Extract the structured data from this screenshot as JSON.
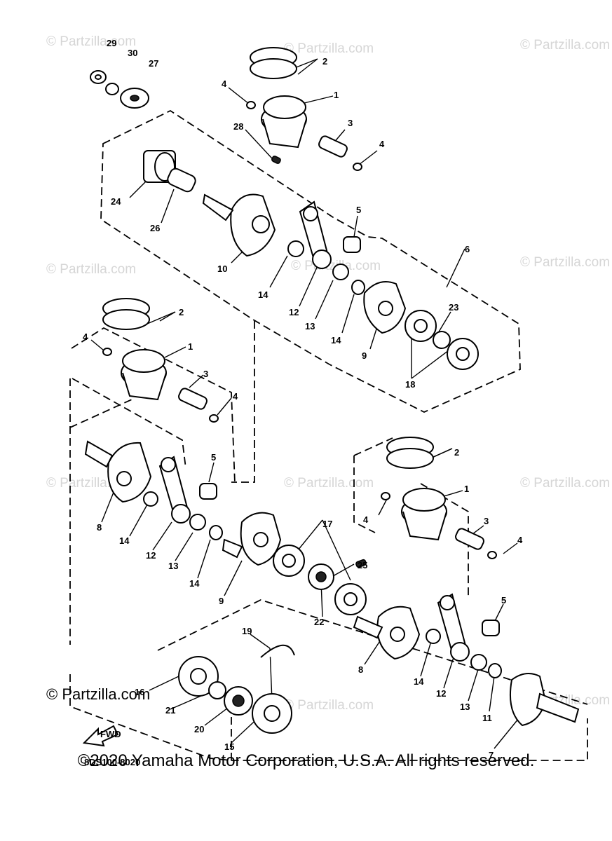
{
  "watermark": "© Partzilla.com",
  "watermark_bold": "© Partzilla.com",
  "drawing_code": "8DS100-8020",
  "fwd_label": "FWD",
  "copyright": "©2020 Yamaha Motor Corporation, U.S.A. All rights reserved.",
  "callouts": [
    "1",
    "2",
    "3",
    "4",
    "5",
    "6",
    "7",
    "8",
    "9",
    "10",
    "11",
    "12",
    "13",
    "14",
    "15",
    "16",
    "17",
    "18",
    "19",
    "20",
    "21",
    "22",
    "23",
    "24",
    "25",
    "26",
    "27",
    "28",
    "29",
    "30"
  ]
}
